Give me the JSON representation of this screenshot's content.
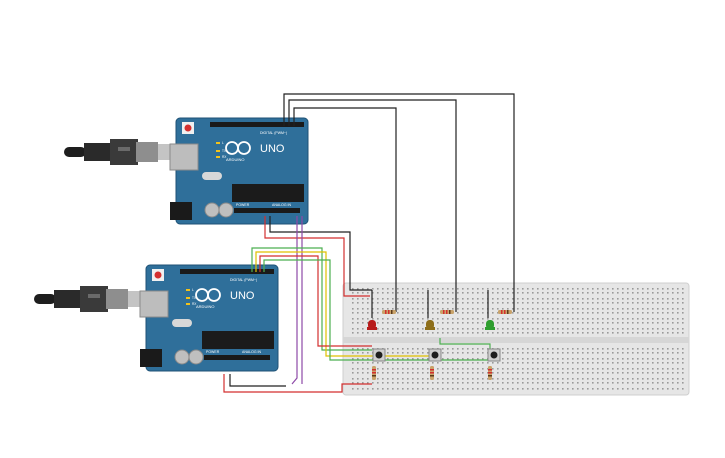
{
  "boards": [
    {
      "logo_text": "UNO",
      "brand_text": "ARDUINO",
      "digital_header": "DIGITAL (PWM~)",
      "power_label": "POWER",
      "analog_label": "ANALOG IN",
      "led_labels": [
        "L",
        "TX",
        "RX"
      ]
    },
    {
      "logo_text": "UNO",
      "brand_text": "ARDUINO",
      "digital_header": "DIGITAL (PWM~)",
      "power_label": "POWER",
      "analog_label": "ANALOG IN",
      "led_labels": [
        "L",
        "TX",
        "RX"
      ]
    }
  ],
  "leds": [
    {
      "color_name": "red",
      "color": "#b71c1c"
    },
    {
      "color_name": "yellow",
      "color": "#8d6e1a"
    },
    {
      "color_name": "green",
      "color": "#2e9e2e"
    }
  ],
  "colors": {
    "board": "#2f6f9a",
    "board_edge": "#1f5276",
    "breadboard": "#e4e4e4",
    "wire_black": "#222222",
    "wire_red": "#d32f2f",
    "wire_green": "#4caf50",
    "wire_yellow": "#e0c000",
    "wire_purple": "#8e4aa8",
    "wire_orange": "#f39c12"
  }
}
